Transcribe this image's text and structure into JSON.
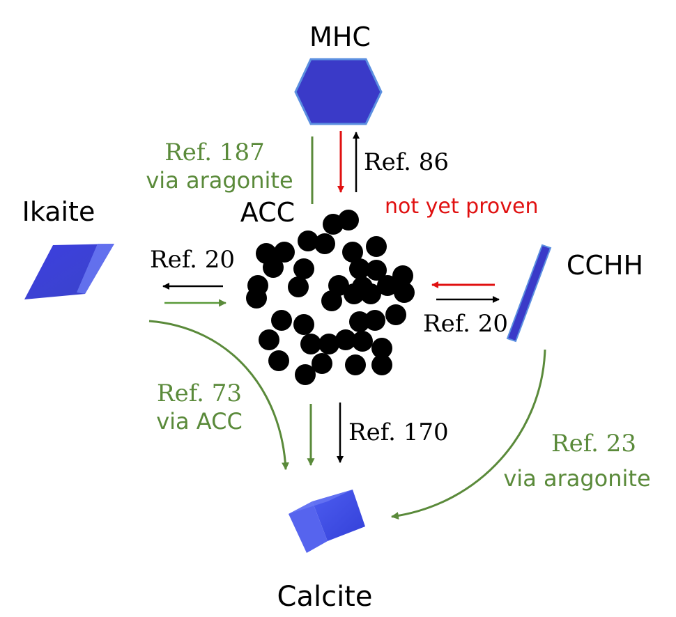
{
  "colors": {
    "black": "#000000",
    "green": "#5a8a3a",
    "red": "#e01010",
    "crystal_blue": "#3a3ad0",
    "crystal_edge": "#5b8fe0"
  },
  "nodes": {
    "mhc": "MHC",
    "acc": "ACC",
    "ikaite": "Ikaite",
    "cchh": "CCHH",
    "calcite": "Calcite"
  },
  "edges": {
    "mhc_acc": {
      "left_ref": "Ref. 187",
      "left_note": "via aragonite",
      "right_ref": "Ref. 86",
      "red_note": "not yet proven"
    },
    "ikaite_acc": {
      "ref": "Ref. 20"
    },
    "cchh_acc": {
      "ref": "Ref. 20"
    },
    "ikaite_calcite": {
      "ref": "Ref. 73",
      "note": "via ACC"
    },
    "acc_calcite": {
      "ref": "Ref. 170"
    },
    "cchh_calcite": {
      "ref": "Ref. 23",
      "note": "via aragonite"
    }
  }
}
